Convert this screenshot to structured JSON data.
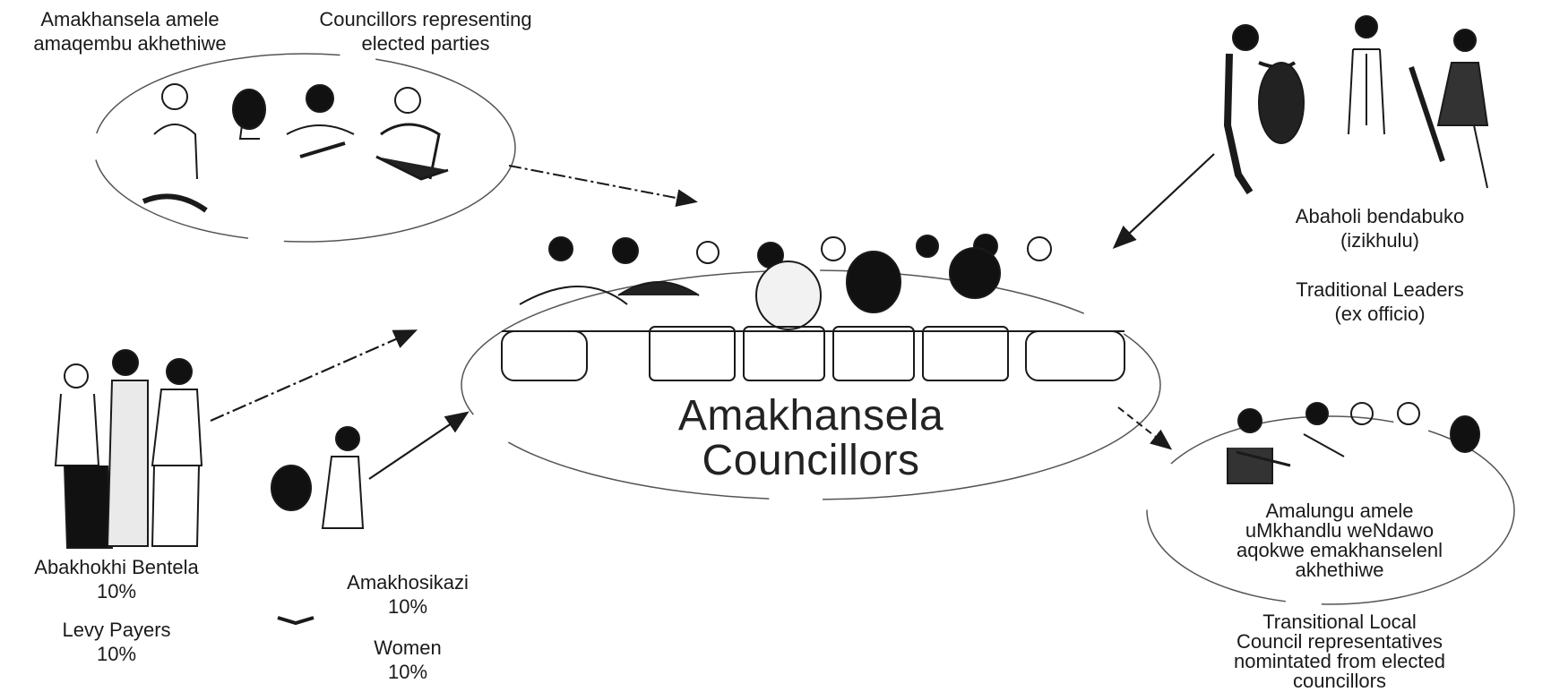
{
  "center": {
    "title_zu": "Amakhansela",
    "title_en": "Councillors"
  },
  "groups": {
    "parties": {
      "label_zu_1": "Amakhansela amele",
      "label_zu_2": "amaqembu akhethiwe",
      "label_en_1": "Councillors representing",
      "label_en_2": "elected parties"
    },
    "traditional": {
      "label_zu_1": "Abaholi bendabuko",
      "label_zu_2": "(izikhulu)",
      "label_en_1": "Traditional Leaders",
      "label_en_2": "(ex officio)"
    },
    "tlc": {
      "label_zu_1": "Amalungu amele",
      "label_zu_2": "uMkhandlu weNdawo",
      "label_zu_3": "aqokwe emakhanselenl",
      "label_zu_4": "akhethiwe",
      "label_en_1": "Transitional Local",
      "label_en_2": "Council representatives",
      "label_en_3": "nomintated from elected",
      "label_en_4": "councillors"
    },
    "levy": {
      "label_zu": "Abakhokhi Bentela",
      "pct_zu": "10%",
      "label_en": "Levy Payers",
      "pct_en": "10%"
    },
    "women": {
      "label_zu": "Amakhosikazi",
      "pct_zu": "10%",
      "label_en": "Women",
      "pct_en": "10%"
    }
  },
  "colors": {
    "ink": "#1a1a1a",
    "ellipse": "#555555",
    "paper": "#ffffff"
  }
}
